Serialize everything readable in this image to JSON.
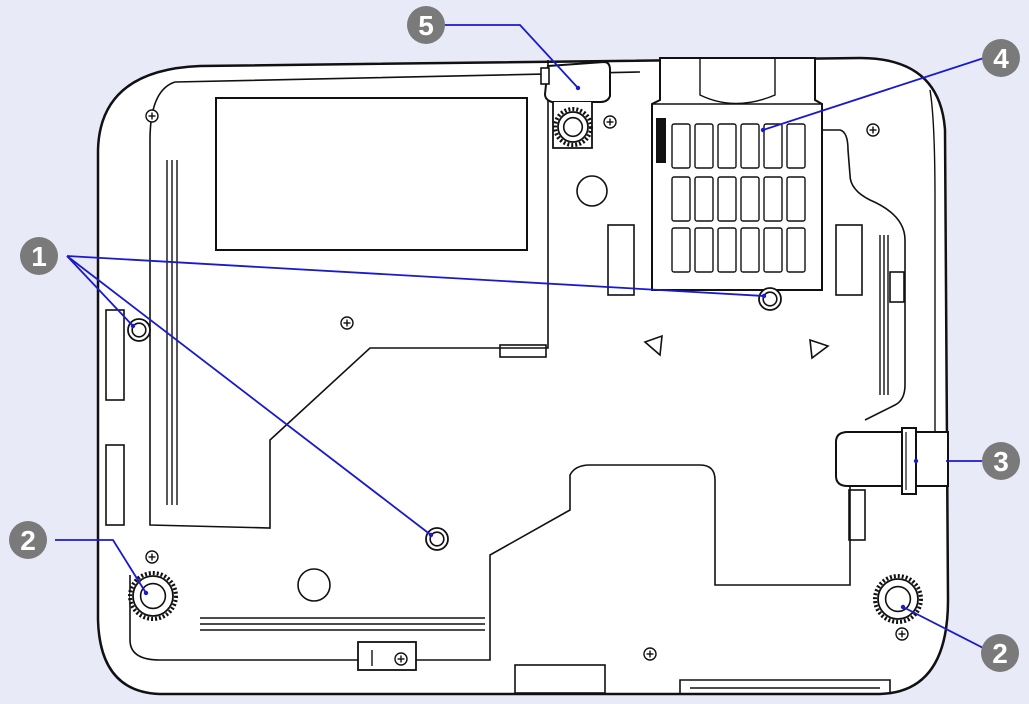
{
  "colors": {
    "background": "#e8eaf8",
    "outline": "#111111",
    "body_fill": "#ffffff",
    "leader_line": "#1a1acc",
    "callout_badge": "#7a7a7a",
    "callout_text": "#ffffff"
  },
  "callouts": [
    {
      "id": "c1",
      "number": "1",
      "part": "rear-foot"
    },
    {
      "id": "c2a",
      "number": "2",
      "part": "front-adjustable-foot-left"
    },
    {
      "id": "c2b",
      "number": "2",
      "part": "front-adjustable-foot-right"
    },
    {
      "id": "c3",
      "number": "3",
      "part": "security-cable-point"
    },
    {
      "id": "c4",
      "number": "4",
      "part": "air-filter-cover"
    },
    {
      "id": "c5",
      "number": "5",
      "part": "foot-adjust-lever"
    }
  ],
  "icons": {
    "screw": "screw-icon",
    "foot": "foot-icon",
    "filter": "air-filter-grid-icon"
  }
}
